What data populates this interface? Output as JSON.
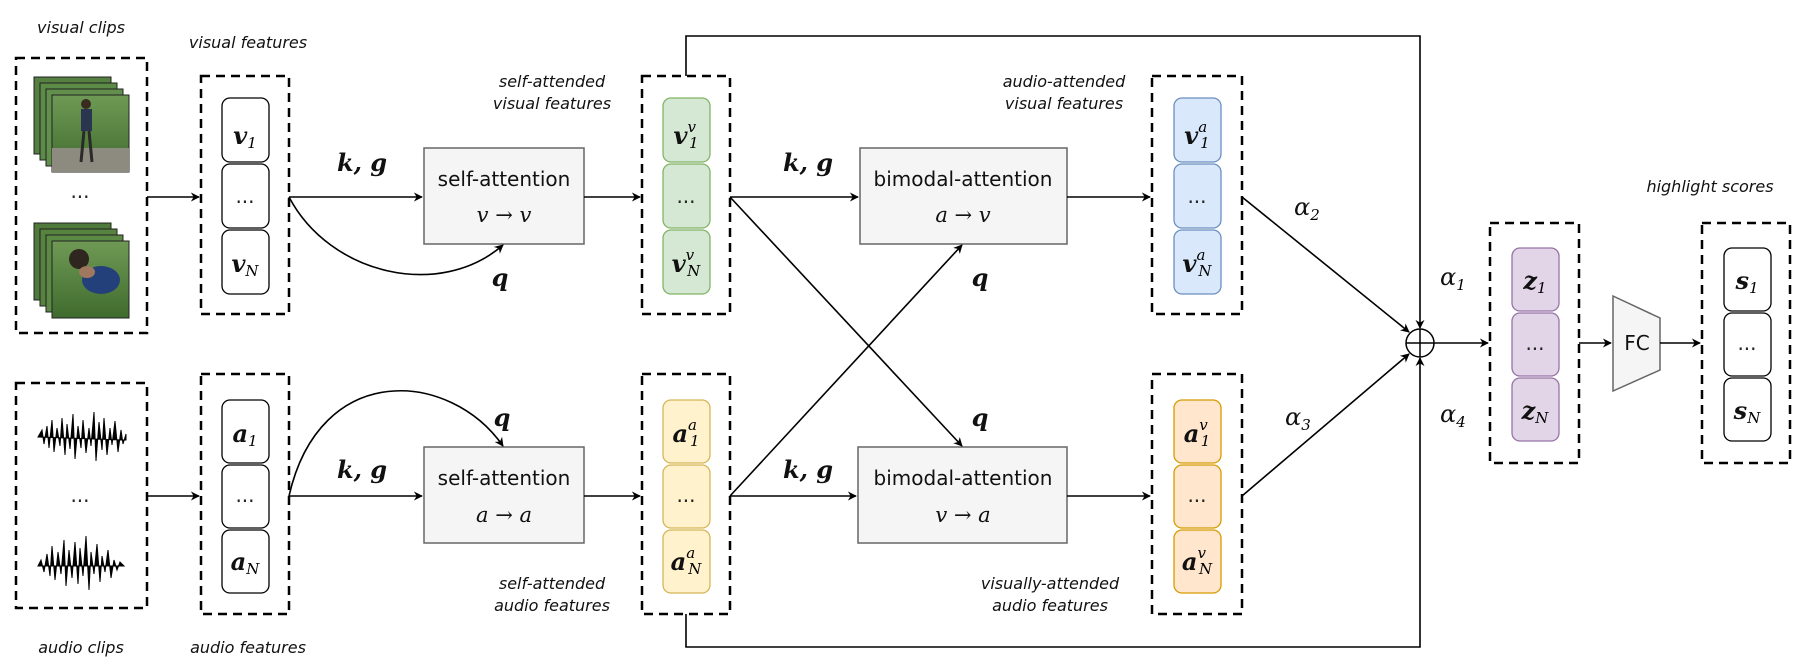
{
  "captions": {
    "visual_clips": "visual clips",
    "visual_features": "visual features",
    "audio_clips": "audio clips",
    "audio_features": "audio features",
    "self_attended_visual_1": "self-attended",
    "self_attended_visual_2": "visual features",
    "self_attended_audio_1": "self-attended",
    "self_attended_audio_2": "audio features",
    "audio_attended_visual_1": "audio-attended",
    "audio_attended_visual_2": "visual features",
    "visually_attended_audio_1": "visually-attended",
    "visually_attended_audio_2": "audio features",
    "highlight_scores": "highlight scores"
  },
  "ellipsis": "...",
  "blocks": {
    "sa_v": {
      "title": "self-attention",
      "formula": "v → v"
    },
    "sa_a": {
      "title": "self-attention",
      "formula": "a → a"
    },
    "ba_av": {
      "title": "bimodal-attention",
      "formula": "a → v"
    },
    "ba_va": {
      "title": "bimodal-attention",
      "formula": "v → a"
    },
    "fc": "FC"
  },
  "edge_labels": {
    "kg": "k, g",
    "q": "q",
    "alpha_1": "α",
    "alpha_2": "α",
    "alpha_3": "α",
    "alpha_4": "α",
    "alpha_1_sub": "1",
    "alpha_2_sub": "2",
    "alpha_3_sub": "3",
    "alpha_4_sub": "4"
  },
  "tokens": {
    "v": "v",
    "a": "a",
    "z": "z",
    "s": "s",
    "sub_1": "1",
    "sub_N": "N",
    "sup_v": "v",
    "sup_a": "a"
  },
  "colors": {
    "green_fill": "#d5e8d4",
    "green_stroke": "#82b366",
    "blue_fill": "#dae8fc",
    "blue_stroke": "#6c8ebf",
    "yellow_fill": "#fff2cc",
    "yellow_stroke": "#d6b656",
    "orange_fill": "#ffe6cc",
    "orange_stroke": "#d79b00",
    "purple_fill": "#e1d5e7",
    "purple_stroke": "#9673a6",
    "block_fill": "#f5f5f5",
    "block_stroke": "#666666"
  }
}
